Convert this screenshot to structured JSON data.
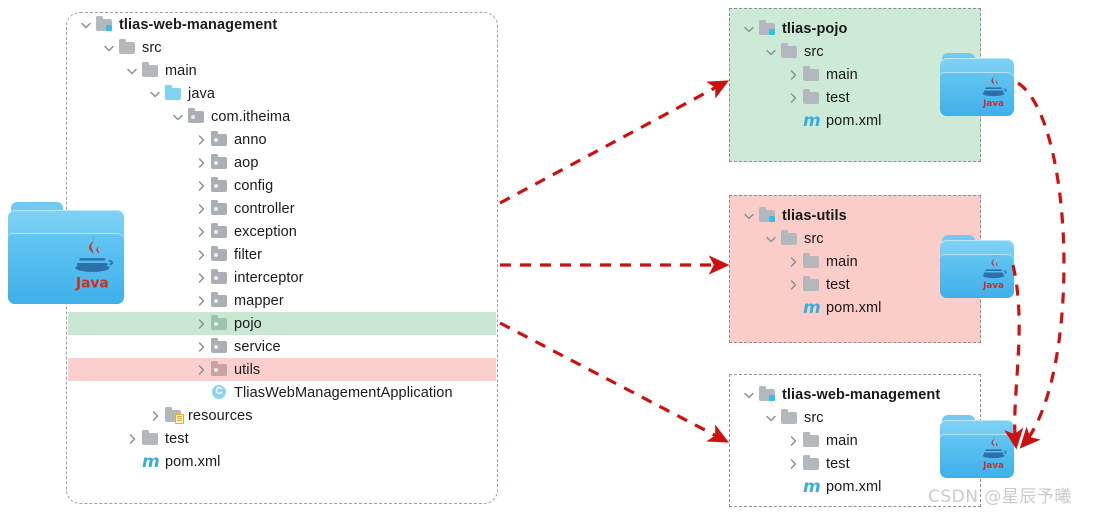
{
  "left_tree": {
    "panel_name": "project-tree-panel",
    "rows": [
      {
        "label": "tlias-web-management",
        "icon": "module-folder-icon",
        "indent": 0,
        "chevron": "down",
        "bold": true,
        "highlight": "none"
      },
      {
        "label": "src",
        "icon": "folder-icon",
        "indent": 1,
        "chevron": "down",
        "bold": false,
        "highlight": "none"
      },
      {
        "label": "main",
        "icon": "folder-icon",
        "indent": 2,
        "chevron": "down",
        "bold": false,
        "highlight": "none"
      },
      {
        "label": "java",
        "icon": "sources-folder-icon",
        "indent": 3,
        "chevron": "down",
        "bold": false,
        "highlight": "none"
      },
      {
        "label": "com.itheima",
        "icon": "package-icon",
        "indent": 4,
        "chevron": "down",
        "bold": false,
        "highlight": "none"
      },
      {
        "label": "anno",
        "icon": "package-icon",
        "indent": 5,
        "chevron": "right",
        "bold": false,
        "highlight": "none"
      },
      {
        "label": "aop",
        "icon": "package-icon",
        "indent": 5,
        "chevron": "right",
        "bold": false,
        "highlight": "none"
      },
      {
        "label": "config",
        "icon": "package-icon",
        "indent": 5,
        "chevron": "right",
        "bold": false,
        "highlight": "none"
      },
      {
        "label": "controller",
        "icon": "package-icon",
        "indent": 5,
        "chevron": "right",
        "bold": false,
        "highlight": "none"
      },
      {
        "label": "exception",
        "icon": "package-icon",
        "indent": 5,
        "chevron": "right",
        "bold": false,
        "highlight": "none"
      },
      {
        "label": "filter",
        "icon": "package-icon",
        "indent": 5,
        "chevron": "right",
        "bold": false,
        "highlight": "none"
      },
      {
        "label": "interceptor",
        "icon": "package-icon",
        "indent": 5,
        "chevron": "right",
        "bold": false,
        "highlight": "none"
      },
      {
        "label": "mapper",
        "icon": "package-icon",
        "indent": 5,
        "chevron": "right",
        "bold": false,
        "highlight": "none"
      },
      {
        "label": "pojo",
        "icon": "package-icon",
        "indent": 5,
        "chevron": "right",
        "bold": false,
        "highlight": "green"
      },
      {
        "label": "service",
        "icon": "package-icon",
        "indent": 5,
        "chevron": "right",
        "bold": false,
        "highlight": "none"
      },
      {
        "label": "utils",
        "icon": "package-icon",
        "indent": 5,
        "chevron": "right",
        "bold": false,
        "highlight": "pink"
      },
      {
        "label": "TliasWebManagementApplication",
        "icon": "java-class-icon",
        "indent": 5,
        "chevron": "none",
        "bold": false,
        "highlight": "none"
      },
      {
        "label": "resources",
        "icon": "resources-folder-icon",
        "indent": 3,
        "chevron": "right",
        "bold": false,
        "highlight": "none"
      },
      {
        "label": "test",
        "icon": "folder-icon",
        "indent": 2,
        "chevron": "right",
        "bold": false,
        "highlight": "none"
      },
      {
        "label": "pom.xml",
        "icon": "maven-icon",
        "indent": 2,
        "chevron": "none",
        "bold": false,
        "highlight": "none"
      }
    ]
  },
  "modules": [
    {
      "name": "tlias-pojo",
      "panel_name": "module-panel-tlias-pojo",
      "background": "#cdead7",
      "rows": [
        {
          "label": "tlias-pojo",
          "icon": "module-folder-icon",
          "indent": 0,
          "chevron": "down",
          "bold": true
        },
        {
          "label": "src",
          "icon": "folder-icon",
          "indent": 1,
          "chevron": "down",
          "bold": false
        },
        {
          "label": "main",
          "icon": "folder-icon",
          "indent": 2,
          "chevron": "right",
          "bold": false
        },
        {
          "label": "test",
          "icon": "folder-icon",
          "indent": 2,
          "chevron": "right",
          "bold": false
        },
        {
          "label": "pom.xml",
          "icon": "maven-icon",
          "indent": 2,
          "chevron": "none",
          "bold": false
        }
      ]
    },
    {
      "name": "tlias-utils",
      "panel_name": "module-panel-tlias-utils",
      "background": "#fbcdc9",
      "rows": [
        {
          "label": "tlias-utils",
          "icon": "module-folder-icon",
          "indent": 0,
          "chevron": "down",
          "bold": true
        },
        {
          "label": "src",
          "icon": "folder-icon",
          "indent": 1,
          "chevron": "down",
          "bold": false
        },
        {
          "label": "main",
          "icon": "folder-icon",
          "indent": 2,
          "chevron": "right",
          "bold": false
        },
        {
          "label": "test",
          "icon": "folder-icon",
          "indent": 2,
          "chevron": "right",
          "bold": false
        },
        {
          "label": "pom.xml",
          "icon": "maven-icon",
          "indent": 2,
          "chevron": "none",
          "bold": false
        }
      ]
    },
    {
      "name": "tlias-web-management",
      "panel_name": "module-panel-tlias-web-management",
      "background": "#ffffff",
      "rows": [
        {
          "label": "tlias-web-management",
          "icon": "module-folder-icon",
          "indent": 0,
          "chevron": "down",
          "bold": true
        },
        {
          "label": "src",
          "icon": "folder-icon",
          "indent": 1,
          "chevron": "down",
          "bold": false
        },
        {
          "label": "main",
          "icon": "folder-icon",
          "indent": 2,
          "chevron": "right",
          "bold": false
        },
        {
          "label": "test",
          "icon": "folder-icon",
          "indent": 2,
          "chevron": "right",
          "bold": false
        },
        {
          "label": "pom.xml",
          "icon": "maven-icon",
          "indent": 2,
          "chevron": "none",
          "bold": false
        }
      ]
    }
  ],
  "java_folder_icons": [
    {
      "name": "java-folder-icon-source",
      "label": "Java"
    },
    {
      "name": "java-folder-icon-pojo",
      "label": "Java"
    },
    {
      "name": "java-folder-icon-utils",
      "label": "Java"
    },
    {
      "name": "java-folder-icon-web",
      "label": "Java"
    }
  ],
  "arrows": {
    "color": "#cc1111",
    "connectors": [
      {
        "name": "arrow-pojo",
        "from": "pojo",
        "to": "tlias-pojo"
      },
      {
        "name": "arrow-utils",
        "from": "utils",
        "to": "tlias-utils"
      },
      {
        "name": "arrow-web",
        "from": "project-tree",
        "to": "tlias-web-management"
      },
      {
        "name": "arrow-dependency-pojo-to-web",
        "from": "tlias-pojo",
        "to": "tlias-web-management"
      },
      {
        "name": "arrow-dependency-utils-to-web",
        "from": "tlias-utils",
        "to": "tlias-web-management"
      }
    ]
  },
  "watermark": {
    "text": "CSDN @星辰予曦"
  }
}
